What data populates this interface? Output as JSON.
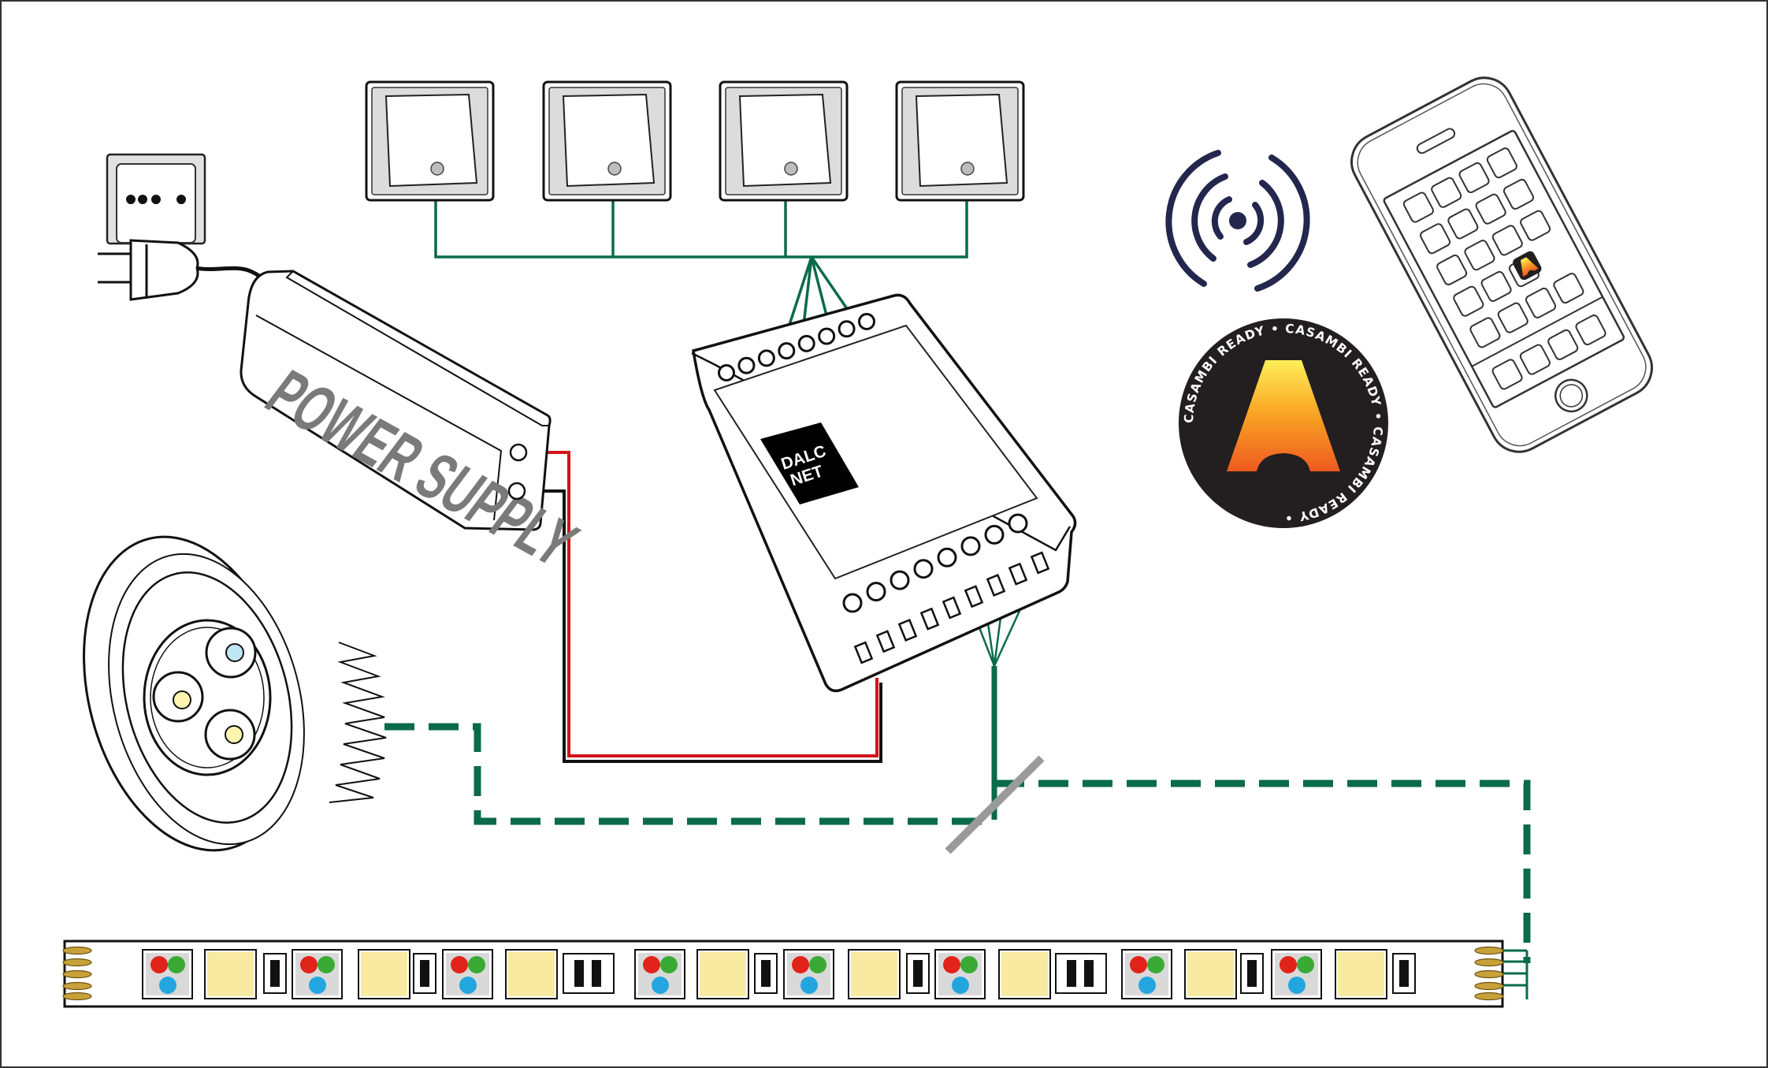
{
  "power_supply": {
    "label": "POWER SUPPLY"
  },
  "controller": {
    "label_line1": "DALC",
    "label_line2": "NET"
  },
  "casambi_badge": {
    "ring_text": "CASAMBI READY • CASAMBI READY • CASAMBI READY • "
  },
  "switches": [
    {
      "id": 1
    },
    {
      "id": 2
    },
    {
      "id": 3
    },
    {
      "id": 4
    }
  ],
  "colors": {
    "bus_wire": "#0a6b4a",
    "positive_wire": "#d4121b",
    "negative_wire": "#111111",
    "wireless_icon": "#23264d",
    "badge_background": "#231f20",
    "strip_warm_white": "#f8eaa0",
    "strip_red": "#e2231a",
    "strip_green": "#3aaa35",
    "strip_blue": "#23a6e0"
  }
}
